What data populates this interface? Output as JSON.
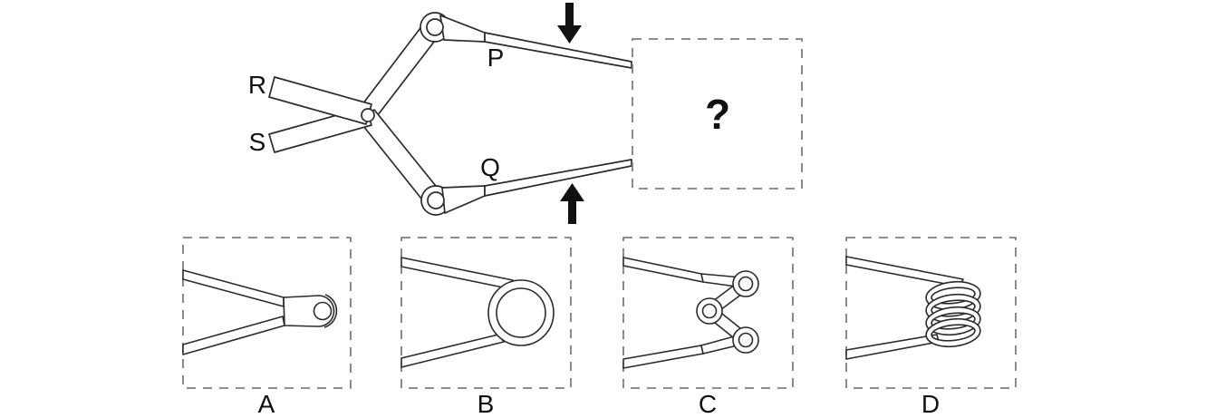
{
  "figure": {
    "labels": {
      "handle_top": "R",
      "handle_bottom": "S",
      "jaw_top": "P",
      "jaw_bottom": "Q",
      "unknown": "?"
    },
    "icons": {
      "force_top": "arrow-down-icon",
      "force_bottom": "arrow-up-icon"
    }
  },
  "options": [
    {
      "label": "A",
      "drawing": "pin-joint"
    },
    {
      "label": "B",
      "drawing": "single-loop-spring"
    },
    {
      "label": "C",
      "drawing": "linked-pivots"
    },
    {
      "label": "D",
      "drawing": "coil-spring"
    }
  ],
  "colors": {
    "background": "#ffffff",
    "line": "#2b2b2b",
    "dashed_border": "#7e7e7e",
    "arrow": "#111111",
    "text": "#111111"
  }
}
